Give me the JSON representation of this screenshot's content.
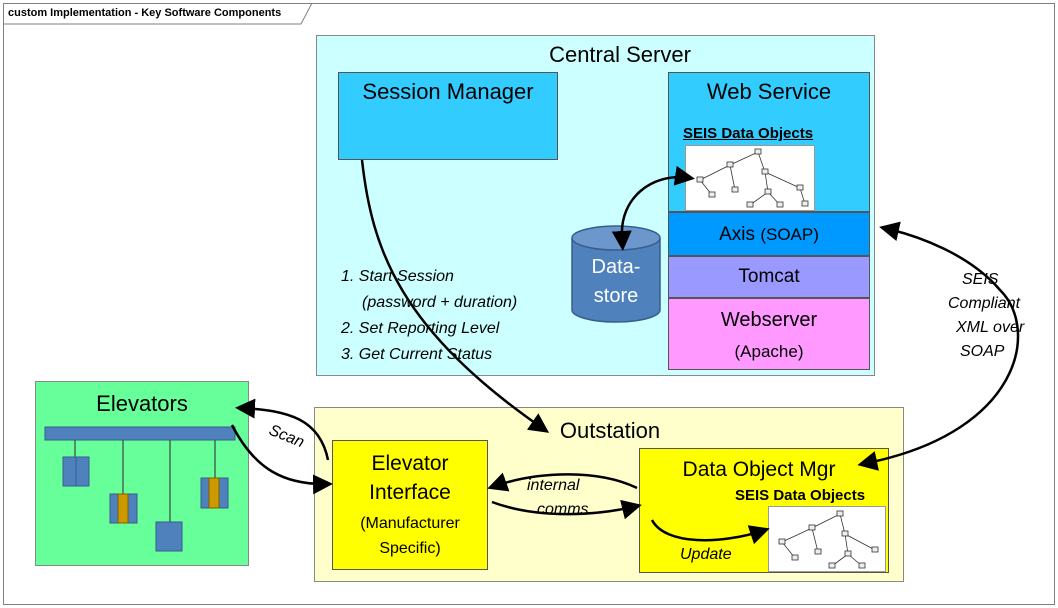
{
  "diagram": {
    "frame_title": "custom Implementation - Key Software Components",
    "central_server": {
      "title": "Central Server",
      "session_manager": "Session Manager",
      "web_service": "Web Service",
      "seis_data_objects": "SEIS Data Objects",
      "axis": "Axis",
      "axis_soap": "(SOAP)",
      "tomcat": "Tomcat",
      "webserver": "Webserver",
      "apache": "(Apache)",
      "datastore_line1": "Data-",
      "datastore_line2": "store"
    },
    "session_steps": [
      "1. Start Session",
      "(password + duration)",
      "2. Set Reporting Level",
      "3. Get Current Status"
    ],
    "soap_note": [
      "SEIS",
      "Compliant",
      "XML over",
      "SOAP"
    ],
    "elevators": {
      "title": "Elevators",
      "scan": "Scan"
    },
    "outstation": {
      "title": "Outstation",
      "elevator_interface_line1": "Elevator",
      "elevator_interface_line2": "Interface",
      "elevator_interface_line3": "(Manufacturer",
      "elevator_interface_line4": "Specific)",
      "internal_line1": "internal",
      "internal_line2": "comms",
      "data_object_mgr": "Data Object Mgr",
      "seis_data_objects": "SEIS Data Objects",
      "update": "Update"
    },
    "colors": {
      "central_bg": "#ccffff",
      "box_blue": "#33ccff",
      "axis_blue": "#0099ff",
      "tomcat_purple": "#9999ff",
      "webserver_pink": "#ff99ff",
      "datastore": "#4f81bd",
      "elevators_green": "#66ff99",
      "outstation_bg": "#ffffcc",
      "yellow": "#ffff00",
      "rail": "#4f81bd",
      "weight": "#cc9900"
    }
  }
}
